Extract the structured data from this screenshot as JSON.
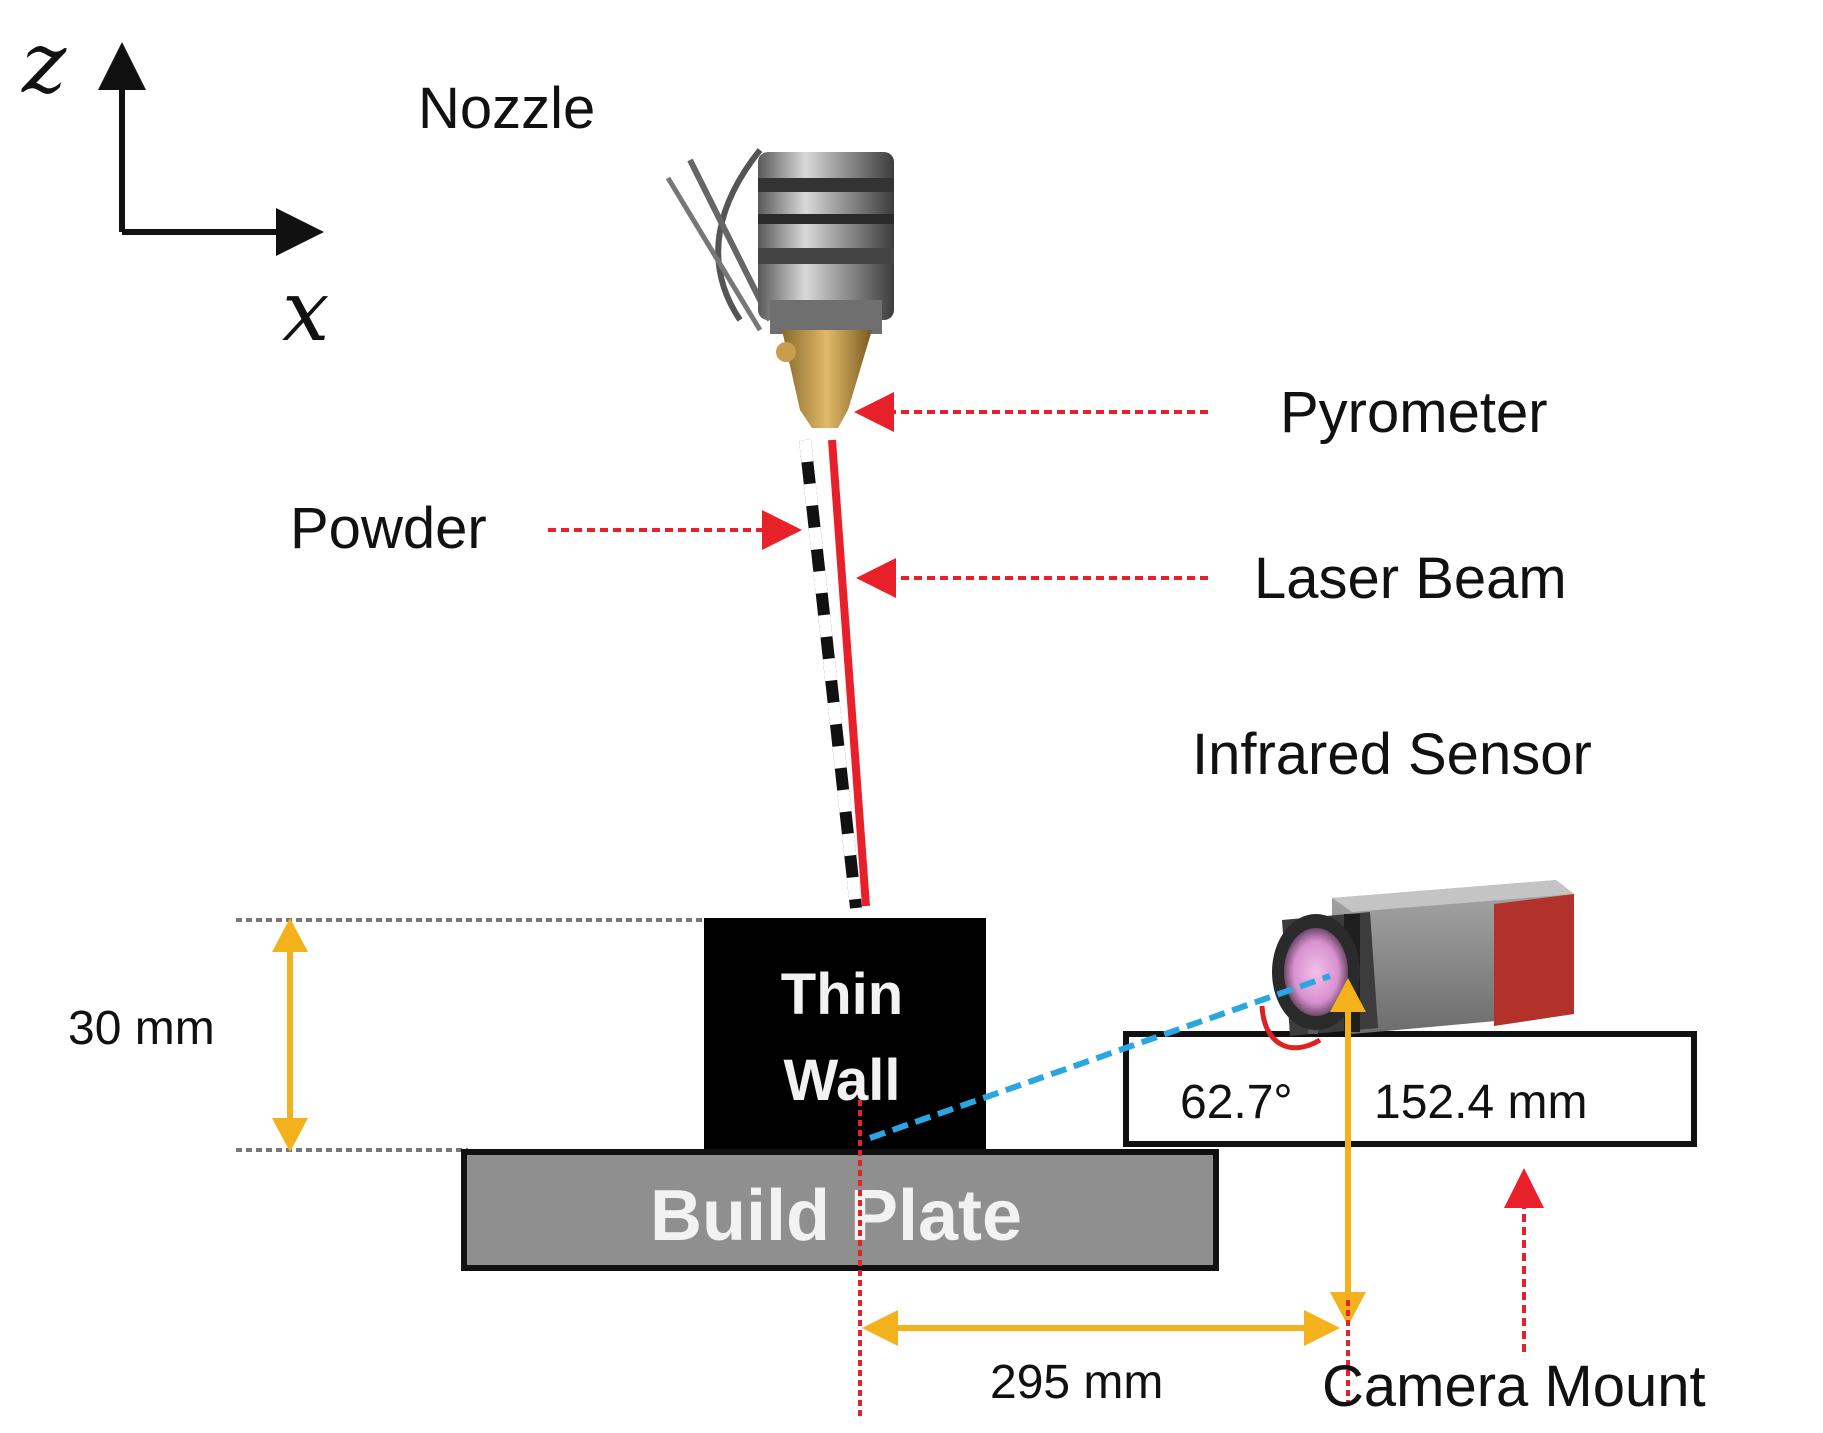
{
  "axes": {
    "z_label": "z",
    "x_label": "x"
  },
  "labels": {
    "nozzle": "Nozzle",
    "pyrometer": "Pyrometer",
    "powder": "Powder",
    "laser_beam": "Laser Beam",
    "infrared_sensor": "Infrared Sensor",
    "thin_wall_line1": "Thin",
    "thin_wall_line2": "Wall",
    "build_plate": "Build Plate",
    "camera_mount": "Camera Mount"
  },
  "dimensions": {
    "wall_height": "30 mm",
    "angle": "62.7°",
    "camera_height": "152.4 mm",
    "horizontal_offset": "295 mm"
  },
  "colors": {
    "dimension_arrow": "#f3b21b",
    "leader_arrow": "#e8202a",
    "laser_beam": "#e8202a",
    "sight_line": "#2aa6e0",
    "thin_wall": "#000000",
    "build_plate": "#8f8f8f",
    "camera_body": "#8a8a8a",
    "camera_side": "#b3312b"
  },
  "icons": {
    "nozzle": "nozzle-icon",
    "camera": "infrared-camera-icon"
  }
}
